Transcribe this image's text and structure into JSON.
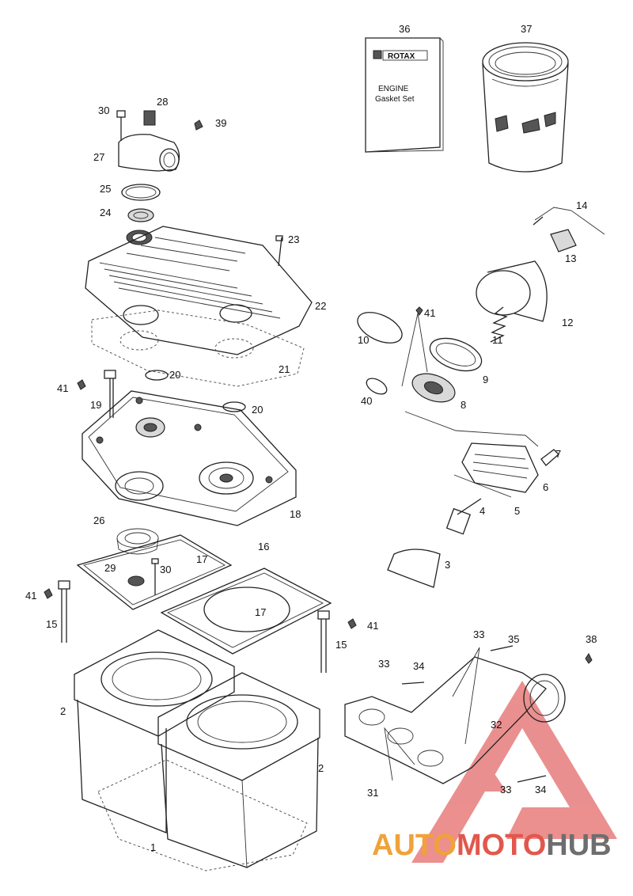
{
  "callouts": [
    {
      "id": "c36",
      "text": "36"
    },
    {
      "id": "c37",
      "text": "37"
    },
    {
      "id": "c28",
      "text": "28"
    },
    {
      "id": "c30a",
      "text": "30"
    },
    {
      "id": "c39",
      "text": "39"
    },
    {
      "id": "c27",
      "text": "27"
    },
    {
      "id": "c25",
      "text": "25"
    },
    {
      "id": "c24",
      "text": "24"
    },
    {
      "id": "c23",
      "text": "23"
    },
    {
      "id": "c22",
      "text": "22"
    },
    {
      "id": "c21",
      "text": "21"
    },
    {
      "id": "c20a",
      "text": "20"
    },
    {
      "id": "c20b",
      "text": "20"
    },
    {
      "id": "c41a",
      "text": "41"
    },
    {
      "id": "c19",
      "text": "19"
    },
    {
      "id": "c18",
      "text": "18"
    },
    {
      "id": "c26",
      "text": "26"
    },
    {
      "id": "c16",
      "text": "16"
    },
    {
      "id": "c17a",
      "text": "17"
    },
    {
      "id": "c29",
      "text": "29"
    },
    {
      "id": "c30b",
      "text": "30"
    },
    {
      "id": "c17b",
      "text": "17"
    },
    {
      "id": "c41b",
      "text": "41"
    },
    {
      "id": "c15a",
      "text": "15"
    },
    {
      "id": "c41c",
      "text": "41"
    },
    {
      "id": "c15b",
      "text": "15"
    },
    {
      "id": "c2a",
      "text": "2"
    },
    {
      "id": "c2b",
      "text": "2"
    },
    {
      "id": "c1",
      "text": "1"
    },
    {
      "id": "c14",
      "text": "14"
    },
    {
      "id": "c13",
      "text": "13"
    },
    {
      "id": "c12",
      "text": "12"
    },
    {
      "id": "c41d",
      "text": "41"
    },
    {
      "id": "c10",
      "text": "10"
    },
    {
      "id": "c11",
      "text": "11"
    },
    {
      "id": "c9",
      "text": "9"
    },
    {
      "id": "c40",
      "text": "40"
    },
    {
      "id": "c8",
      "text": "8"
    },
    {
      "id": "c7",
      "text": "7"
    },
    {
      "id": "c6",
      "text": "6"
    },
    {
      "id": "c4",
      "text": "4"
    },
    {
      "id": "c5",
      "text": "5"
    },
    {
      "id": "c3",
      "text": "3"
    },
    {
      "id": "c33a",
      "text": "33"
    },
    {
      "id": "c35",
      "text": "35"
    },
    {
      "id": "c38",
      "text": "38"
    },
    {
      "id": "c33b",
      "text": "33"
    },
    {
      "id": "c34a",
      "text": "34"
    },
    {
      "id": "c32",
      "text": "32"
    },
    {
      "id": "c31",
      "text": "31"
    },
    {
      "id": "c33c",
      "text": "33"
    },
    {
      "id": "c34b",
      "text": "34"
    }
  ],
  "gasket_set_box": {
    "brand": "ROTAX",
    "line1": "ENGINE",
    "line2": "Gasket Set"
  },
  "watermark": {
    "part1": "AUTO",
    "part2": "MOTO",
    "part3": "HUB",
    "color1": "#f0a23a",
    "color2": "#e2574c",
    "color3": "#6e6e6e",
    "triangle_color": "#e46a6a"
  }
}
